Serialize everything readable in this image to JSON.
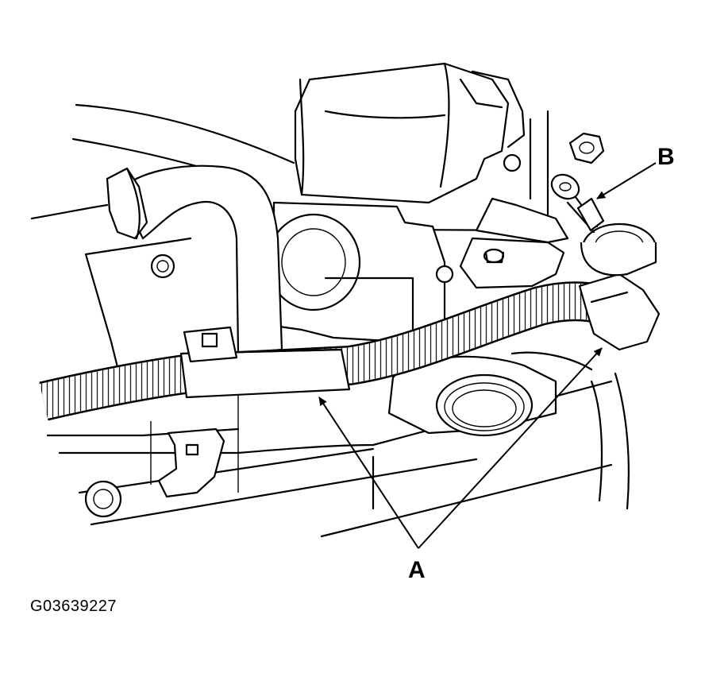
{
  "figure": {
    "callouts": {
      "a": "A",
      "b": "B"
    },
    "figure_id": "G03639227"
  }
}
